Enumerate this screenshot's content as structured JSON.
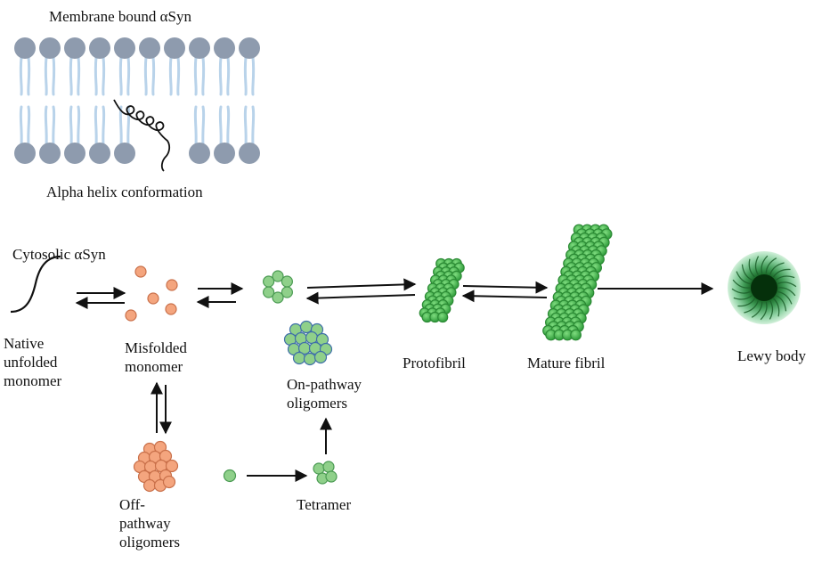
{
  "labels": {
    "membrane_title": "Membrane bound αSyn",
    "helix_caption": "Alpha helix conformation",
    "cytosolic": "Cytosolic αSyn",
    "native": "Native\nunfolded\nmonomer",
    "misfolded": "Misfolded\nmonomer",
    "on_pathway": "On-pathway\noligomers",
    "off_pathway": "Off-\npathway\noligomers",
    "tetramer": "Tetramer",
    "protofibril": "Protofibril",
    "mature_fibril": "Mature fibril",
    "lewy_body": "Lewy body"
  },
  "colors": {
    "lipid_head": "#8e9bae",
    "lipid_tail": "#b9d3ea",
    "misfolded_monomer": "#f4a57e",
    "misfolded_outline": "#c9704a",
    "green_particle": "#8fd08a",
    "green_outline": "#4a9a52",
    "fibril_green": "#3fae48",
    "oligomer_outline": "#3f6fa8",
    "lewy_core": "#0b4d17",
    "lewy_halo": "#b8e6c2",
    "arrow": "#111111"
  },
  "icons": [
    "lipid-bilayer-icon",
    "alpha-helix-icon",
    "unfolded-monomer-icon",
    "misfolded-monomer-icon",
    "ring-oligomer-icon",
    "on-pathway-oligomer-icon",
    "off-pathway-oligomer-icon",
    "single-monomer-icon",
    "tetramer-icon",
    "protofibril-icon",
    "mature-fibril-icon",
    "lewy-body-icon"
  ]
}
